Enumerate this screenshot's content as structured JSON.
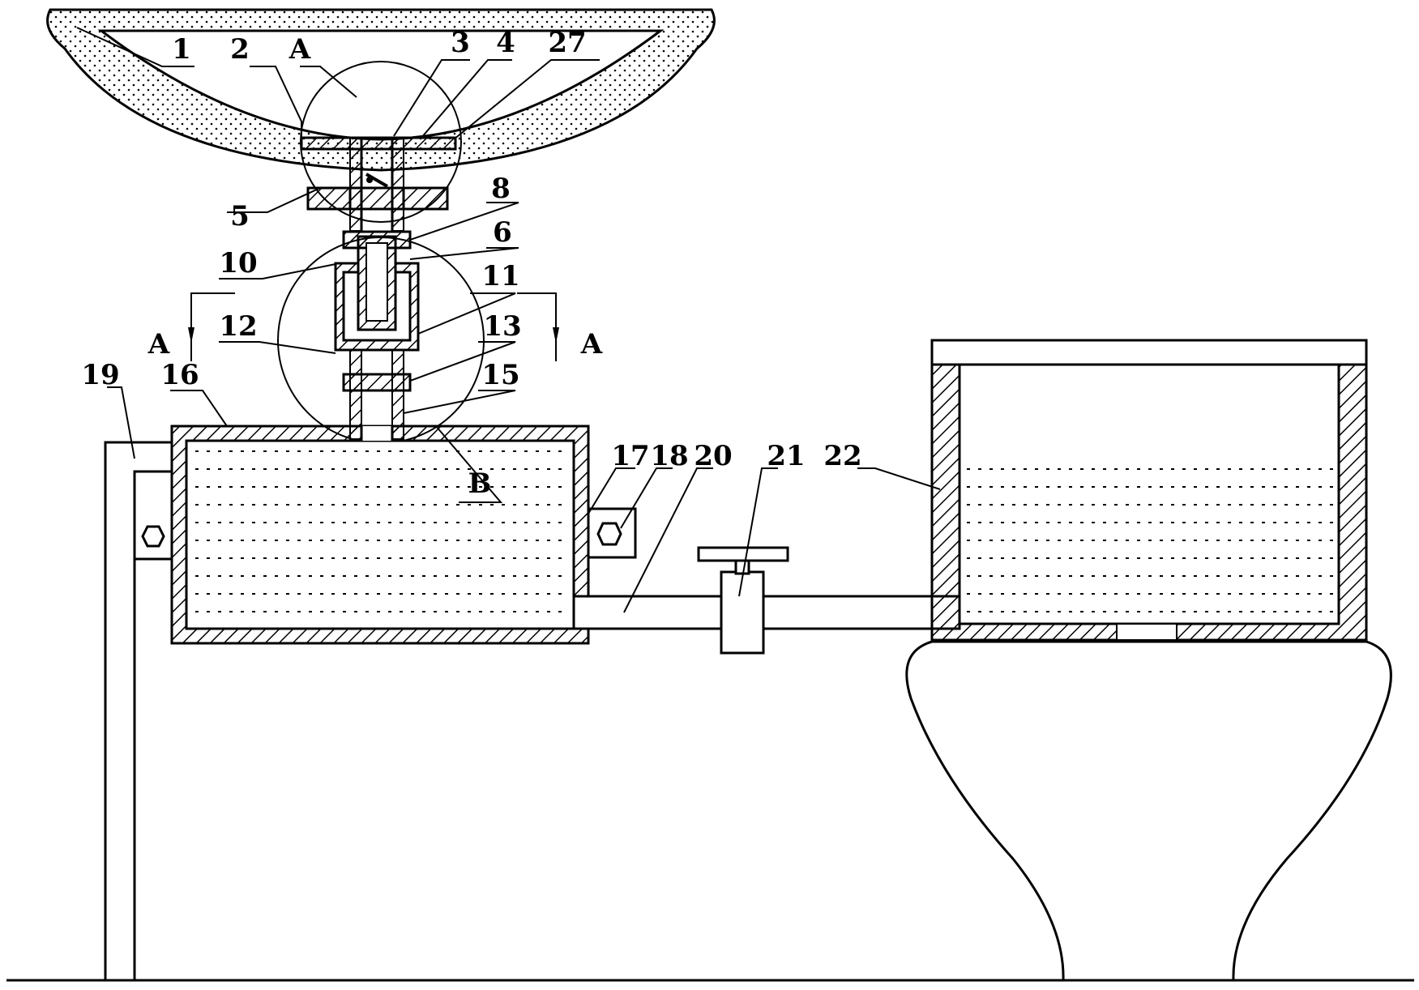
{
  "labels": {
    "n1": "1",
    "n2": "2",
    "n3": "3",
    "n4": "4",
    "n27": "27",
    "n5": "5",
    "n8": "8",
    "n6": "6",
    "n10": "10",
    "n11": "11",
    "n12": "12",
    "n13": "13",
    "n15": "15",
    "n16": "16",
    "n19": "19",
    "n17": "17",
    "n18": "18",
    "n20": "20",
    "n21": "21",
    "n22": "22",
    "secA_top": "A",
    "secA_left": "A",
    "secA_right": "A",
    "secB": "B"
  }
}
